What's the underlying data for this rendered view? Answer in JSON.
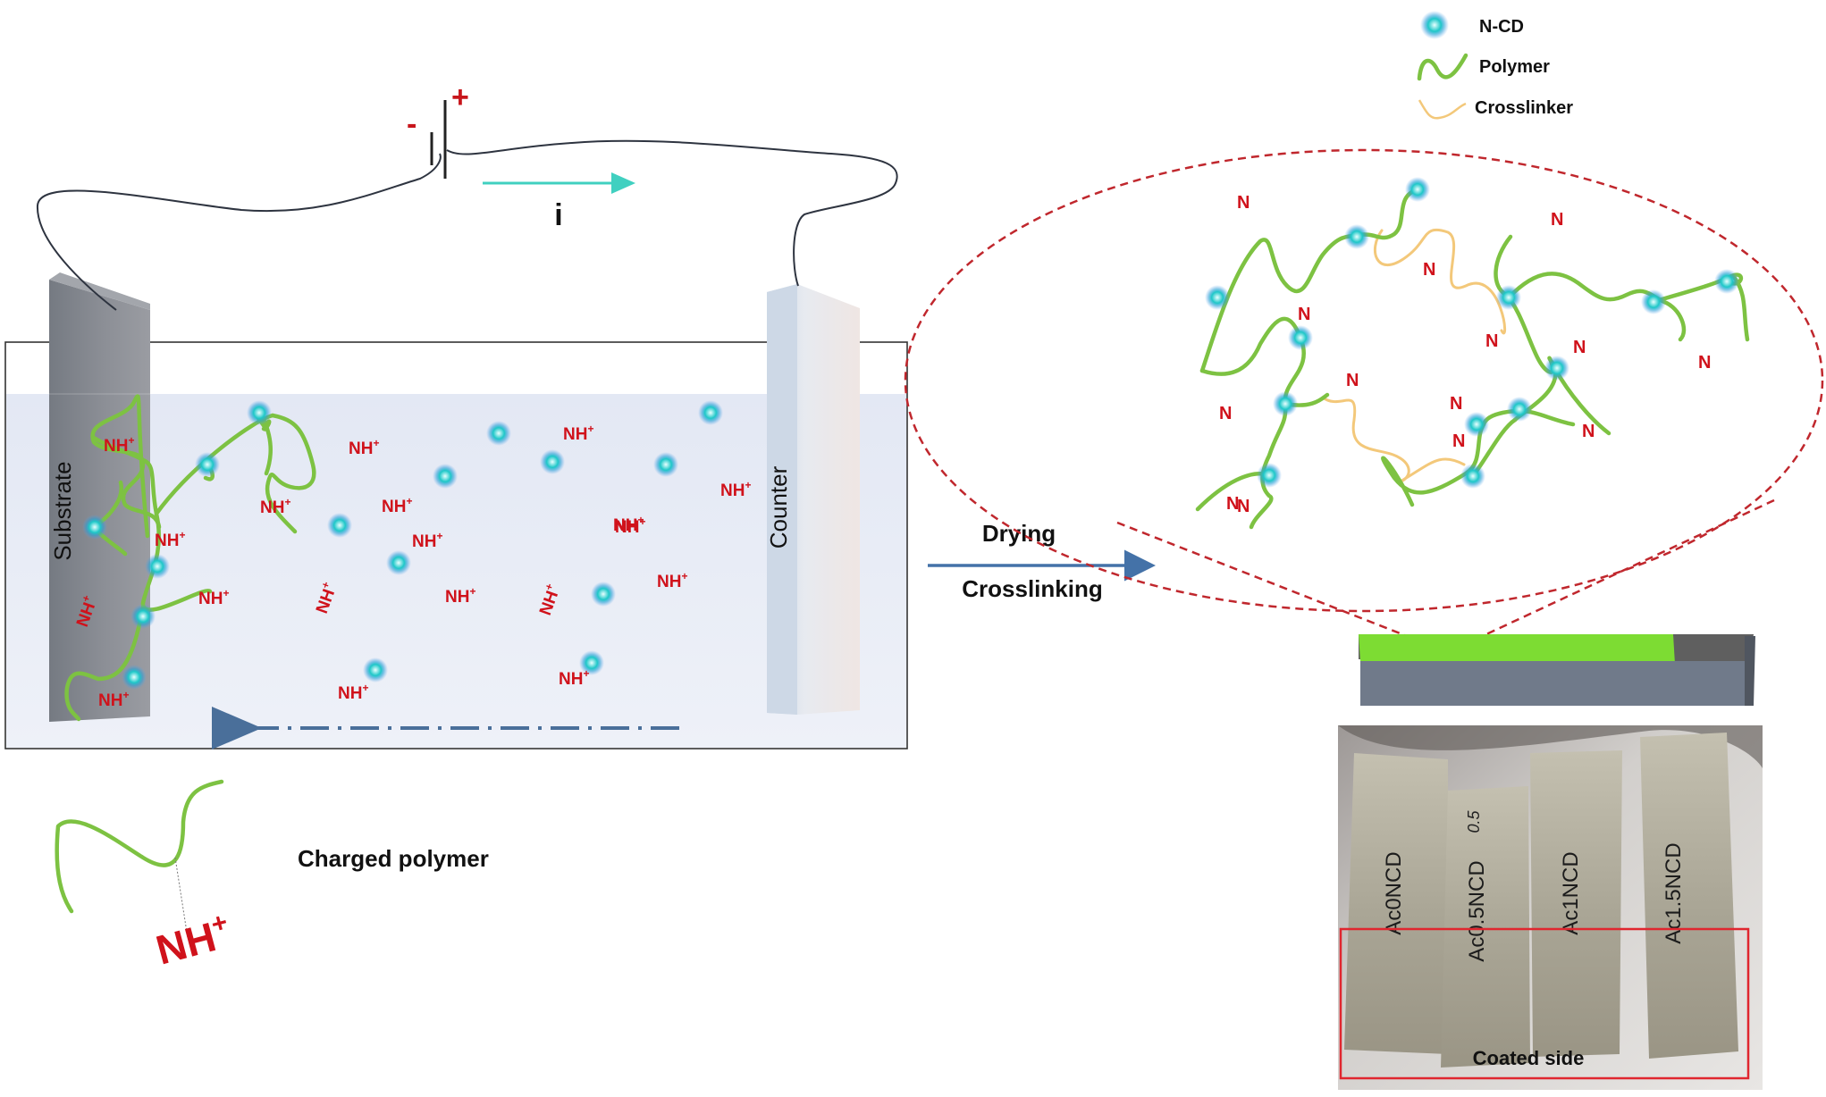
{
  "circuit": {
    "minus_sign": "-",
    "plus_sign": "+",
    "current_label": "i"
  },
  "electrodes": {
    "substrate_label": "Substrate",
    "counter_label": "Counter"
  },
  "charge_label": "NH",
  "charge_superscript": "+",
  "legend_charged": {
    "label": "Charged polymer"
  },
  "process": {
    "step1": "Drying",
    "step2": "Crosslinking"
  },
  "legend": {
    "items": [
      {
        "label": "N-CD",
        "icon": "dot-icon"
      },
      {
        "label": "Polymer",
        "icon": "polymer-icon"
      },
      {
        "label": "Crosslinker",
        "icon": "crosslinker-icon"
      }
    ]
  },
  "network_atom": "N",
  "photo": {
    "strips": [
      "Ac0NCD",
      "Ac0.5NCD",
      "Ac1NCD",
      "Ac1.5NCD"
    ],
    "handwriting": "0.5",
    "coated_side_label": "Coated side"
  },
  "colors": {
    "polymer": "#7dc242",
    "ncd": "#1ec8c8",
    "charge": "#d0121b",
    "crosslinker": "#f3c87a",
    "arrow": "#4472a8",
    "ellipse": "#c0272d"
  }
}
